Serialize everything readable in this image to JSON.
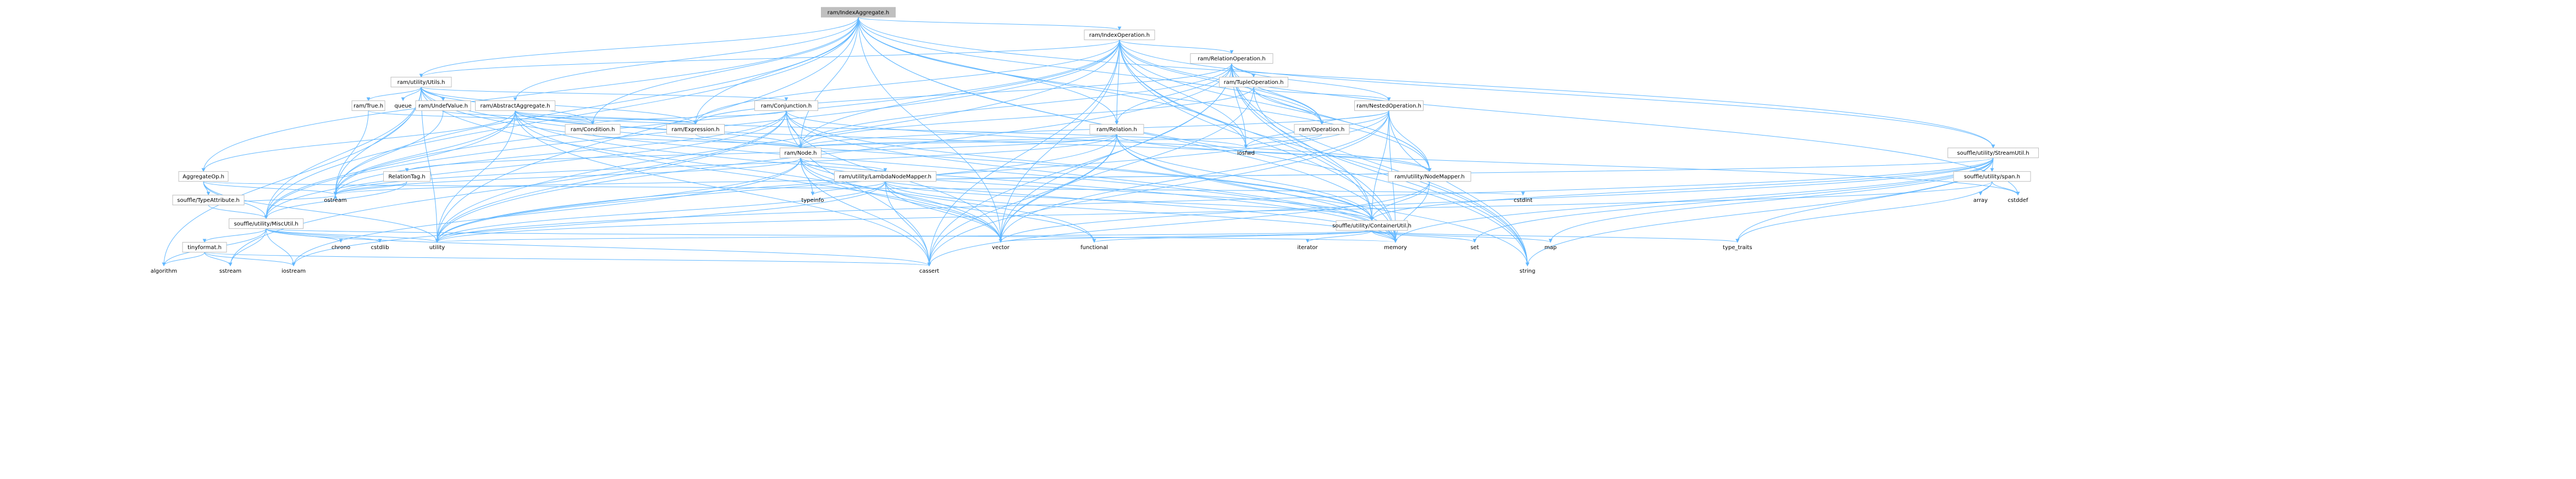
{
  "colors": {
    "root_fill": "#bfbfbf",
    "node_fill": "#ffffff",
    "node_border": "#bfbfbf",
    "edge": "#63b8ff",
    "text": "#000000"
  },
  "nodes": [
    {
      "id": "root",
      "label": "ram/IndexAggregate.h",
      "root": true
    },
    {
      "id": "indexop",
      "label": "ram/IndexOperation.h"
    },
    {
      "id": "relop",
      "label": "ram/RelationOperation.h"
    },
    {
      "id": "utils",
      "label": "ram/utility/Utils.h"
    },
    {
      "id": "tupleop",
      "label": "ram/TupleOperation.h"
    },
    {
      "id": "nestedop",
      "label": "ram/NestedOperation.h"
    },
    {
      "id": "abstractagg",
      "label": "ram/AbstractAggregate.h"
    },
    {
      "id": "conjunction",
      "label": "ram/Conjunction.h"
    },
    {
      "id": "true",
      "label": "ram/True.h"
    },
    {
      "id": "undef",
      "label": "ram/UndefValue.h"
    },
    {
      "id": "queue",
      "label": "queue",
      "leaf": true
    },
    {
      "id": "condition",
      "label": "ram/Condition.h"
    },
    {
      "id": "expression",
      "label": "ram/Expression.h"
    },
    {
      "id": "operation",
      "label": "ram/Operation.h"
    },
    {
      "id": "relation",
      "label": "ram/Relation.h"
    },
    {
      "id": "node",
      "label": "ram/Node.h"
    },
    {
      "id": "streamutil",
      "label": "souffle/utility/StreamUtil.h"
    },
    {
      "id": "aggop",
      "label": "AggregateOp.h"
    },
    {
      "id": "reltag",
      "label": "RelationTag.h"
    },
    {
      "id": "lambdamapper",
      "label": "ram/utility/LambdaNodeMapper.h"
    },
    {
      "id": "nodemapper",
      "label": "ram/utility/NodeMapper.h"
    },
    {
      "id": "span",
      "label": "souffle/utility/span.h"
    },
    {
      "id": "typeattr",
      "label": "souffle/TypeAttribute.h"
    },
    {
      "id": "miscutil",
      "label": "souffle/utility/MiscUtil.h"
    },
    {
      "id": "containerutil",
      "label": "souffle/utility/ContainerUtil.h"
    },
    {
      "id": "tinyformat",
      "label": "tinyformat.h"
    },
    {
      "id": "iosfwd",
      "label": "iosfwd",
      "leaf": true
    },
    {
      "id": "ostream",
      "label": "ostream",
      "leaf": true
    },
    {
      "id": "typeinfo",
      "label": "typeinfo",
      "leaf": true
    },
    {
      "id": "cstdint",
      "label": "cstdint",
      "leaf": true
    },
    {
      "id": "array",
      "label": "array",
      "leaf": true
    },
    {
      "id": "cstddef",
      "label": "cstddef",
      "leaf": true
    },
    {
      "id": "chrono",
      "label": "chrono",
      "leaf": true
    },
    {
      "id": "cstdlib",
      "label": "cstdlib",
      "leaf": true
    },
    {
      "id": "utility",
      "label": "utility",
      "leaf": true
    },
    {
      "id": "vector",
      "label": "vector",
      "leaf": true
    },
    {
      "id": "functional",
      "label": "functional",
      "leaf": true
    },
    {
      "id": "iterator",
      "label": "iterator",
      "leaf": true
    },
    {
      "id": "memory",
      "label": "memory",
      "leaf": true
    },
    {
      "id": "set",
      "label": "set",
      "leaf": true
    },
    {
      "id": "map",
      "label": "map",
      "leaf": true
    },
    {
      "id": "type_traits",
      "label": "type_traits",
      "leaf": true
    },
    {
      "id": "algorithm",
      "label": "algorithm",
      "leaf": true
    },
    {
      "id": "sstream",
      "label": "sstream",
      "leaf": true
    },
    {
      "id": "iostream",
      "label": "iostream",
      "leaf": true
    },
    {
      "id": "cassert",
      "label": "cassert",
      "leaf": true
    },
    {
      "id": "string",
      "label": "string",
      "leaf": true
    }
  ],
  "edges": [
    [
      "root",
      "indexop"
    ],
    [
      "root",
      "abstractagg"
    ],
    [
      "root",
      "utils"
    ],
    [
      "root",
      "aggop"
    ],
    [
      "root",
      "condition"
    ],
    [
      "root",
      "expression"
    ],
    [
      "root",
      "node"
    ],
    [
      "root",
      "relation"
    ],
    [
      "root",
      "nodemapper"
    ],
    [
      "root",
      "streamutil"
    ],
    [
      "root",
      "miscutil"
    ],
    [
      "root",
      "iosfwd"
    ],
    [
      "root",
      "ostream"
    ],
    [
      "root",
      "string"
    ],
    [
      "root",
      "utility"
    ],
    [
      "root",
      "vector"
    ],
    [
      "root",
      "memory"
    ],
    [
      "root",
      "operation"
    ],
    [
      "indexop",
      "relop"
    ],
    [
      "indexop",
      "utils"
    ],
    [
      "indexop",
      "expression"
    ],
    [
      "indexop",
      "node"
    ],
    [
      "indexop",
      "relation"
    ],
    [
      "indexop",
      "nodemapper"
    ],
    [
      "indexop",
      "streamutil"
    ],
    [
      "indexop",
      "containerutil"
    ],
    [
      "indexop",
      "miscutil"
    ],
    [
      "indexop",
      "operation"
    ],
    [
      "indexop",
      "iosfwd"
    ],
    [
      "indexop",
      "ostream"
    ],
    [
      "indexop",
      "string"
    ],
    [
      "indexop",
      "utility"
    ],
    [
      "indexop",
      "vector"
    ],
    [
      "indexop",
      "memory"
    ],
    [
      "indexop",
      "cstddef"
    ],
    [
      "indexop",
      "cassert"
    ],
    [
      "relop",
      "tupleop"
    ],
    [
      "relop",
      "nestedop"
    ],
    [
      "relop",
      "relation"
    ],
    [
      "relop",
      "node"
    ],
    [
      "relop",
      "nodemapper"
    ],
    [
      "relop",
      "operation"
    ],
    [
      "relop",
      "expression"
    ],
    [
      "relop",
      "containerutil"
    ],
    [
      "relop",
      "iosfwd"
    ],
    [
      "relop",
      "string"
    ],
    [
      "relop",
      "utility"
    ],
    [
      "relop",
      "vector"
    ],
    [
      "relop",
      "memory"
    ],
    [
      "relop",
      "cassert"
    ],
    [
      "tupleop",
      "nestedop"
    ],
    [
      "tupleop",
      "operation"
    ],
    [
      "tupleop",
      "node"
    ],
    [
      "tupleop",
      "string"
    ],
    [
      "tupleop",
      "vector"
    ],
    [
      "nestedop",
      "operation"
    ],
    [
      "nestedop",
      "node"
    ],
    [
      "nestedop",
      "nodemapper"
    ],
    [
      "nestedop",
      "containerutil"
    ],
    [
      "nestedop",
      "iosfwd"
    ],
    [
      "nestedop",
      "memory"
    ],
    [
      "nestedop",
      "string"
    ],
    [
      "nestedop",
      "vector"
    ],
    [
      "nestedop",
      "cassert"
    ],
    [
      "nestedop",
      "utility"
    ],
    [
      "utils",
      "conjunction"
    ],
    [
      "utils",
      "true"
    ],
    [
      "utils",
      "undef"
    ],
    [
      "utils",
      "queue"
    ],
    [
      "utils",
      "condition"
    ],
    [
      "utils",
      "expression"
    ],
    [
      "utils",
      "containerutil"
    ],
    [
      "utils",
      "miscutil"
    ],
    [
      "utils",
      "algorithm"
    ],
    [
      "utils",
      "utility"
    ],
    [
      "utils",
      "vector"
    ],
    [
      "utils",
      "memory"
    ],
    [
      "utils",
      "ostream"
    ],
    [
      "abstractagg",
      "condition"
    ],
    [
      "abstractagg",
      "expression"
    ],
    [
      "abstractagg",
      "node"
    ],
    [
      "abstractagg",
      "aggop"
    ],
    [
      "abstractagg",
      "nodemapper"
    ],
    [
      "abstractagg",
      "miscutil"
    ],
    [
      "abstractagg",
      "ostream"
    ],
    [
      "abstractagg",
      "utility"
    ],
    [
      "abstractagg",
      "vector"
    ],
    [
      "abstractagg",
      "memory"
    ],
    [
      "abstractagg",
      "cassert"
    ],
    [
      "abstractagg",
      "iosfwd"
    ],
    [
      "conjunction",
      "condition"
    ],
    [
      "conjunction",
      "node"
    ],
    [
      "conjunction",
      "nodemapper"
    ],
    [
      "conjunction",
      "containerutil"
    ],
    [
      "conjunction",
      "miscutil"
    ],
    [
      "conjunction",
      "memory"
    ],
    [
      "conjunction",
      "sstream"
    ],
    [
      "conjunction",
      "utility"
    ],
    [
      "conjunction",
      "vector"
    ],
    [
      "conjunction",
      "cassert"
    ],
    [
      "conjunction",
      "ostream"
    ],
    [
      "true",
      "condition"
    ],
    [
      "true",
      "ostream"
    ],
    [
      "undef",
      "expression"
    ],
    [
      "undef",
      "ostream"
    ],
    [
      "condition",
      "node"
    ],
    [
      "expression",
      "node"
    ],
    [
      "operation",
      "node"
    ],
    [
      "operation",
      "iosfwd"
    ],
    [
      "relation",
      "node"
    ],
    [
      "relation",
      "reltag"
    ],
    [
      "relation",
      "containerutil"
    ],
    [
      "relation",
      "cstddef"
    ],
    [
      "relation",
      "memory"
    ],
    [
      "relation",
      "ostream"
    ],
    [
      "relation",
      "string"
    ],
    [
      "relation",
      "utility"
    ],
    [
      "relation",
      "vector"
    ],
    [
      "relation",
      "cassert"
    ],
    [
      "node",
      "lambdamapper"
    ],
    [
      "node",
      "containerutil"
    ],
    [
      "node",
      "functional"
    ],
    [
      "node",
      "iostream"
    ],
    [
      "node",
      "memory"
    ],
    [
      "node",
      "typeinfo"
    ],
    [
      "node",
      "utility"
    ],
    [
      "node",
      "vector"
    ],
    [
      "node",
      "cassert"
    ],
    [
      "node",
      "ostream"
    ],
    [
      "streamutil",
      "span"
    ],
    [
      "streamutil",
      "containerutil"
    ],
    [
      "streamutil",
      "map"
    ],
    [
      "streamutil",
      "memory"
    ],
    [
      "streamutil",
      "ostream"
    ],
    [
      "streamutil",
      "set"
    ],
    [
      "streamutil",
      "string"
    ],
    [
      "streamutil",
      "type_traits"
    ],
    [
      "streamutil",
      "utility"
    ],
    [
      "streamutil",
      "vector"
    ],
    [
      "aggop",
      "typeattr"
    ],
    [
      "aggop",
      "miscutil"
    ],
    [
      "aggop",
      "ostream"
    ],
    [
      "aggop",
      "cstdint"
    ],
    [
      "aggop",
      "utility"
    ],
    [
      "reltag",
      "miscutil"
    ],
    [
      "reltag",
      "ostream"
    ],
    [
      "lambdamapper",
      "nodemapper"
    ],
    [
      "lambdamapper",
      "containerutil"
    ],
    [
      "lambdamapper",
      "functional"
    ],
    [
      "lambdamapper",
      "memory"
    ],
    [
      "lambdamapper",
      "typeinfo"
    ],
    [
      "lambdamapper",
      "utility"
    ],
    [
      "lambdamapper",
      "vector"
    ],
    [
      "lambdamapper",
      "cassert"
    ],
    [
      "lambdamapper",
      "iostream"
    ],
    [
      "nodemapper",
      "containerutil"
    ],
    [
      "nodemapper",
      "memory"
    ],
    [
      "nodemapper",
      "cassert"
    ],
    [
      "span",
      "array"
    ],
    [
      "span",
      "cstddef"
    ],
    [
      "span",
      "type_traits"
    ],
    [
      "span",
      "utility"
    ],
    [
      "typeattr",
      "miscutil"
    ],
    [
      "typeattr",
      "ostream"
    ],
    [
      "miscutil",
      "tinyformat"
    ],
    [
      "miscutil",
      "chrono"
    ],
    [
      "miscutil",
      "cstdlib"
    ],
    [
      "miscutil",
      "memory"
    ],
    [
      "miscutil",
      "utility"
    ],
    [
      "miscutil",
      "iostream"
    ],
    [
      "miscutil",
      "sstream"
    ],
    [
      "miscutil",
      "cassert"
    ],
    [
      "miscutil",
      "algorithm"
    ],
    [
      "containerutil",
      "functional"
    ],
    [
      "containerutil",
      "iterator"
    ],
    [
      "containerutil",
      "map"
    ],
    [
      "containerutil",
      "memory"
    ],
    [
      "containerutil",
      "set"
    ],
    [
      "containerutil",
      "type_traits"
    ],
    [
      "containerutil",
      "utility"
    ],
    [
      "containerutil",
      "vector"
    ],
    [
      "tinyformat",
      "algorithm"
    ],
    [
      "tinyformat",
      "cassert"
    ],
    [
      "tinyformat",
      "iostream"
    ],
    [
      "tinyformat",
      "sstream"
    ]
  ]
}
